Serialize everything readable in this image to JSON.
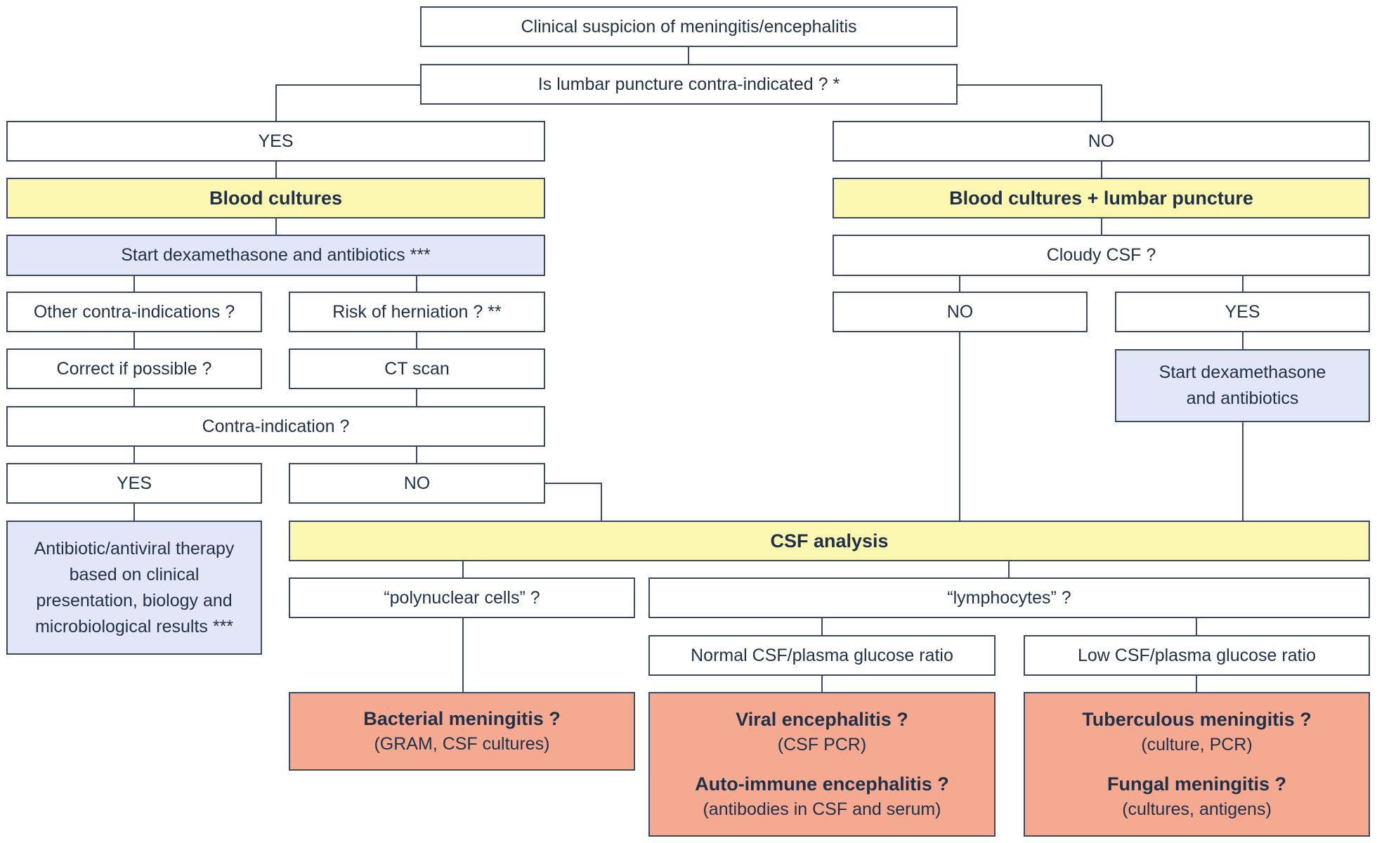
{
  "nodes": {
    "suspicion": "Clinical suspicion of meningitis/encephalitis",
    "lp_question": "Is lumbar puncture contra-indicated ? *",
    "left_yes": "YES",
    "right_no": "NO",
    "blood_cultures": "Blood cultures",
    "blood_cultures_lp": "Blood cultures + lumbar puncture",
    "start_dexa_left": "Start dexamethasone and antibiotics ***",
    "cloudy_csf": "Cloudy CSF ?",
    "other_contra": "Other contra-indications ?",
    "herniation": "Risk of herniation ? **",
    "cloudy_no": "NO",
    "cloudy_yes": "YES",
    "correct_if": "Correct if possible ?",
    "ct_scan": "CT scan",
    "start_dexa_right_line1": "Start dexamethasone",
    "start_dexa_right_line2": "and antibiotics",
    "contra_indication": "Contra-indication ?",
    "ci_yes": "YES",
    "ci_no": "NO",
    "therapy_line1": "Antibiotic/antiviral therapy",
    "therapy_line2": "based on clinical",
    "therapy_line3": "presentation, biology and",
    "therapy_line4": "microbiological results ***",
    "csf_analysis": "CSF analysis",
    "polynuclear": "“polynuclear cells” ?",
    "lymphocytes": "“lymphocytes” ?",
    "normal_glucose": "Normal CSF/plasma glucose ratio",
    "low_glucose": "Low CSF/plasma glucose ratio",
    "bacterial_title": "Bacterial meningitis ?",
    "bacterial_sub": "(GRAM, CSF cultures)",
    "viral_title": "Viral encephalitis ?",
    "viral_sub": "(CSF PCR)",
    "autoimmune_title": "Auto-immune encephalitis ?",
    "autoimmune_sub": "(antibodies in CSF and serum)",
    "tb_title": "Tuberculous meningitis ?",
    "tb_sub": "(culture, PCR)",
    "fungal_title": "Fungal meningitis ?",
    "fungal_sub": "(cultures, antigens)"
  },
  "colors": {
    "border": "#3a4a66",
    "text": "#1f3049",
    "yellow": "#fbf6b0",
    "lavender": "#e3e6f6",
    "salmon": "#f4a990"
  }
}
